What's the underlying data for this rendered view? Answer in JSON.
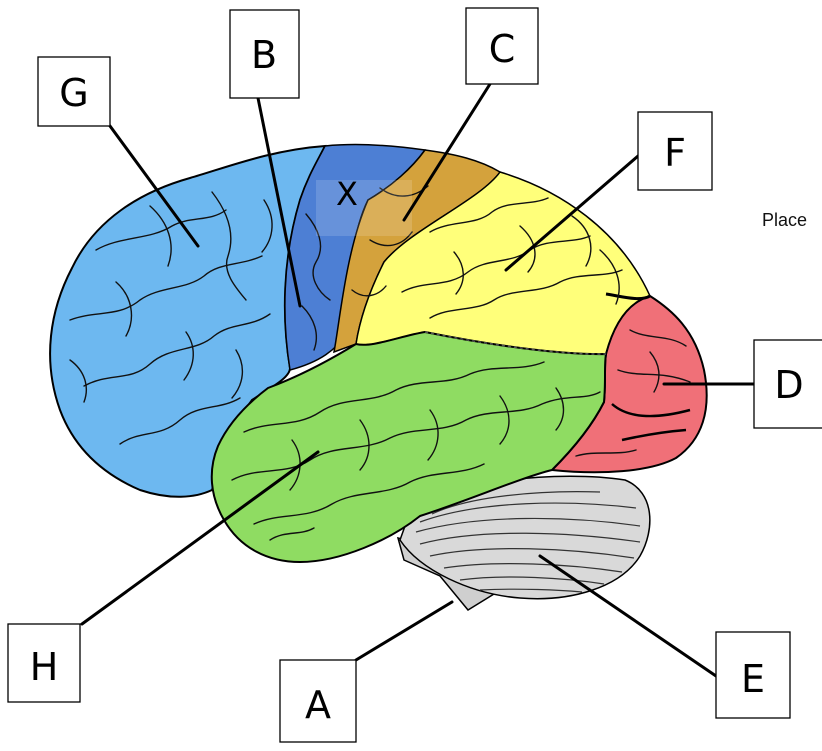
{
  "labels": {
    "a": "A",
    "b": "B",
    "c": "C",
    "d": "D",
    "e": "E",
    "f": "F",
    "g": "G",
    "h": "H",
    "x": "X"
  },
  "side_text": "Place",
  "colors": {
    "frontal": "#6db8f0",
    "premotor": "#4d7fd4",
    "motor": "#d4a23c",
    "parietal": "#ffff7a",
    "temporal": "#8fdc62",
    "occipital": "#f07078",
    "cerebellum": "#d9d9d9",
    "brainstem": "#cfcfcf"
  }
}
